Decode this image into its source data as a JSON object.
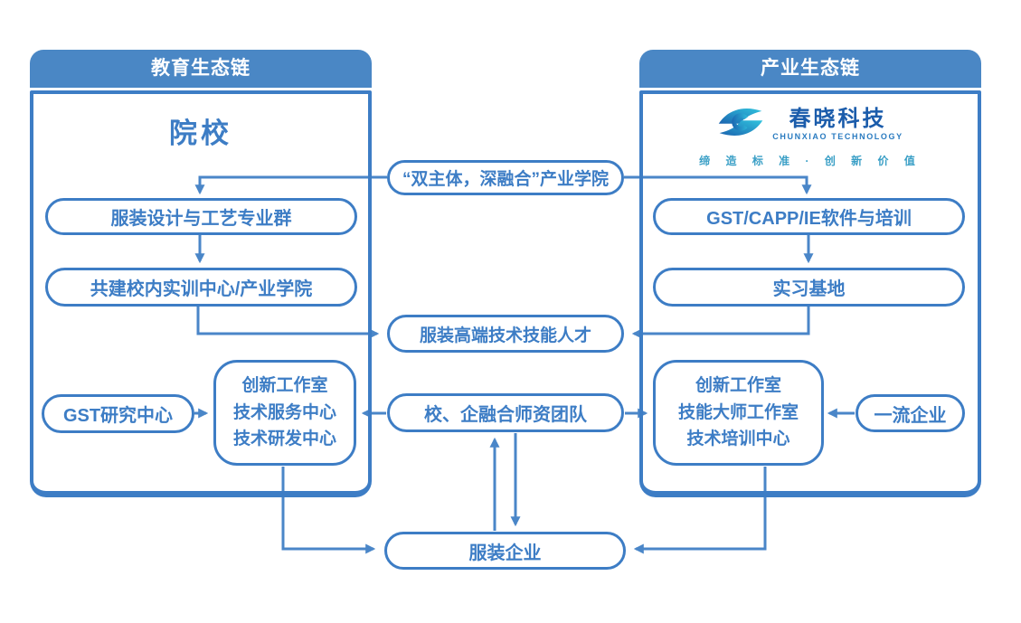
{
  "colors": {
    "accent": "#3d7dc5",
    "line": "#4a86c8",
    "header_bg": "#4a87c5",
    "logo_dark_blue": "#1b5cab",
    "logo_teal": "#3a9fc6"
  },
  "left_panel": {
    "header": "教育生态链",
    "title": "院校",
    "nodes": {
      "major_group": "服装设计与工艺专业群",
      "training_center": "共建校内实训中心/产业学院",
      "gst_research": "GST研究中心",
      "center_box": [
        "创新工作室",
        "技术服务中心",
        "技术研发中心"
      ]
    }
  },
  "right_panel": {
    "header": "产业生态链",
    "logo": {
      "name_cn": "春晓科技",
      "name_en": "CHUNXIAO TECHNOLOGY",
      "tagline": "缔 造 标 准 · 创 新 价 值"
    },
    "nodes": {
      "software_training": "GST/CAPP/IE软件与培训",
      "internship_base": "实习基地",
      "center_box": [
        "创新工作室",
        "技能大师工作室",
        "技术培训中心"
      ],
      "first_class_enterprise": "一流企业"
    }
  },
  "middle": {
    "industry_college": "“双主体，深融合”产业学院",
    "talents": "服装高端技术技能人才",
    "teacher_team": "校、企融合师资团队",
    "apparel_enterprise": "服装企业"
  }
}
